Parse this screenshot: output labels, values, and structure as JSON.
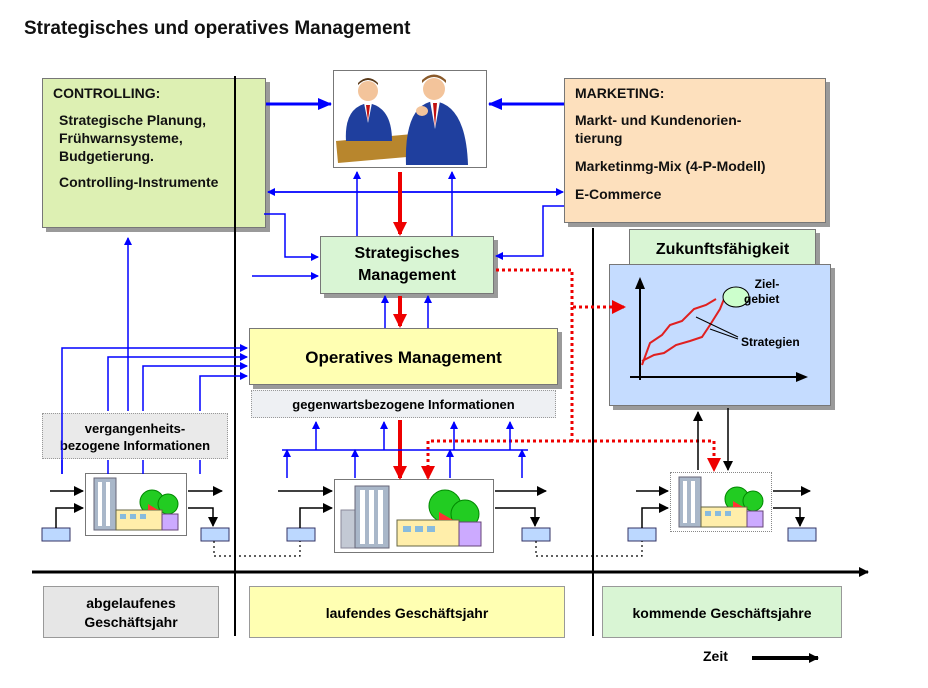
{
  "title": "Strategisches und operatives Management",
  "controlling": {
    "heading": "CONTROLLING:",
    "items": [
      "Strategische Planung,",
      "Frühwarnsysteme,",
      "Budgetierung.",
      "Controlling-Instrumente"
    ]
  },
  "marketing": {
    "heading": "MARKETING:",
    "items": [
      "Markt- und Kundenorien-",
      "tierung",
      "Marketinmg-Mix (4-P-Modell)",
      "E-Commerce"
    ]
  },
  "strategic": [
    "Strategisches",
    "Management"
  ],
  "operative": "Operatives Management",
  "present_info": "gegenwartsbezogene Informationen",
  "past_info": [
    "vergangenheits-",
    "bezogene Informationen"
  ],
  "future": {
    "title": "Zukunftsfähigkeit",
    "target": [
      "Ziel-",
      "gebiet"
    ],
    "strategies": "Strategien"
  },
  "timeline": {
    "past": [
      "abgelaufenes",
      "Geschäftsjahr"
    ],
    "current": "laufendes Geschäftsjahr",
    "future": "kommende Geschäftsjahre",
    "axis_label": "Zeit"
  },
  "colors": {
    "blue_arrow": "#0000ff",
    "red_arrow": "#ee0000",
    "controlling_bg": "#ddf0b3",
    "marketing_bg": "#fde0bd",
    "strategic_bg": "#d9f5d4",
    "operative_bg": "#ffffb2",
    "chart_bg": "#c5dcff"
  },
  "icons": [
    "meeting-people-icon",
    "company-building-icon"
  ]
}
